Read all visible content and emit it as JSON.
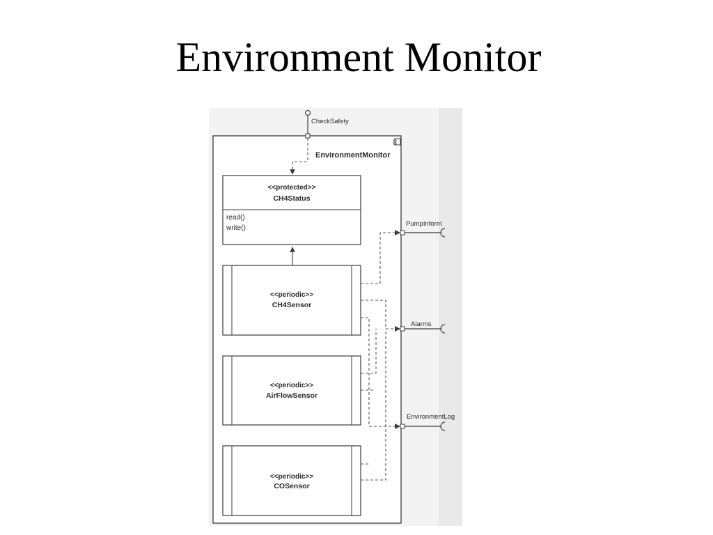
{
  "slide": {
    "title": "Environment Monitor"
  },
  "diagram": {
    "component_name": "EnvironmentMonitor",
    "provided_interface": "CheckSafety",
    "required_interfaces": [
      {
        "name": "PumpInform"
      },
      {
        "name": "Alarms"
      },
      {
        "name": "EnvironmentLog"
      }
    ],
    "protected_object": {
      "stereotype": "<<protected>>",
      "name": "CH4Status",
      "operations": [
        "read()",
        "write()"
      ]
    },
    "tasks": [
      {
        "stereotype": "<<periodic>>",
        "name": "CH4Sensor"
      },
      {
        "stereotype": "<<periodic>>",
        "name": "AirFlowSensor"
      },
      {
        "stereotype": "<<periodic>>",
        "name": "COSensor"
      }
    ],
    "colors": {
      "line": "#3a3a3a",
      "dashed": "#555555",
      "page_shadow": "#ececec"
    }
  }
}
